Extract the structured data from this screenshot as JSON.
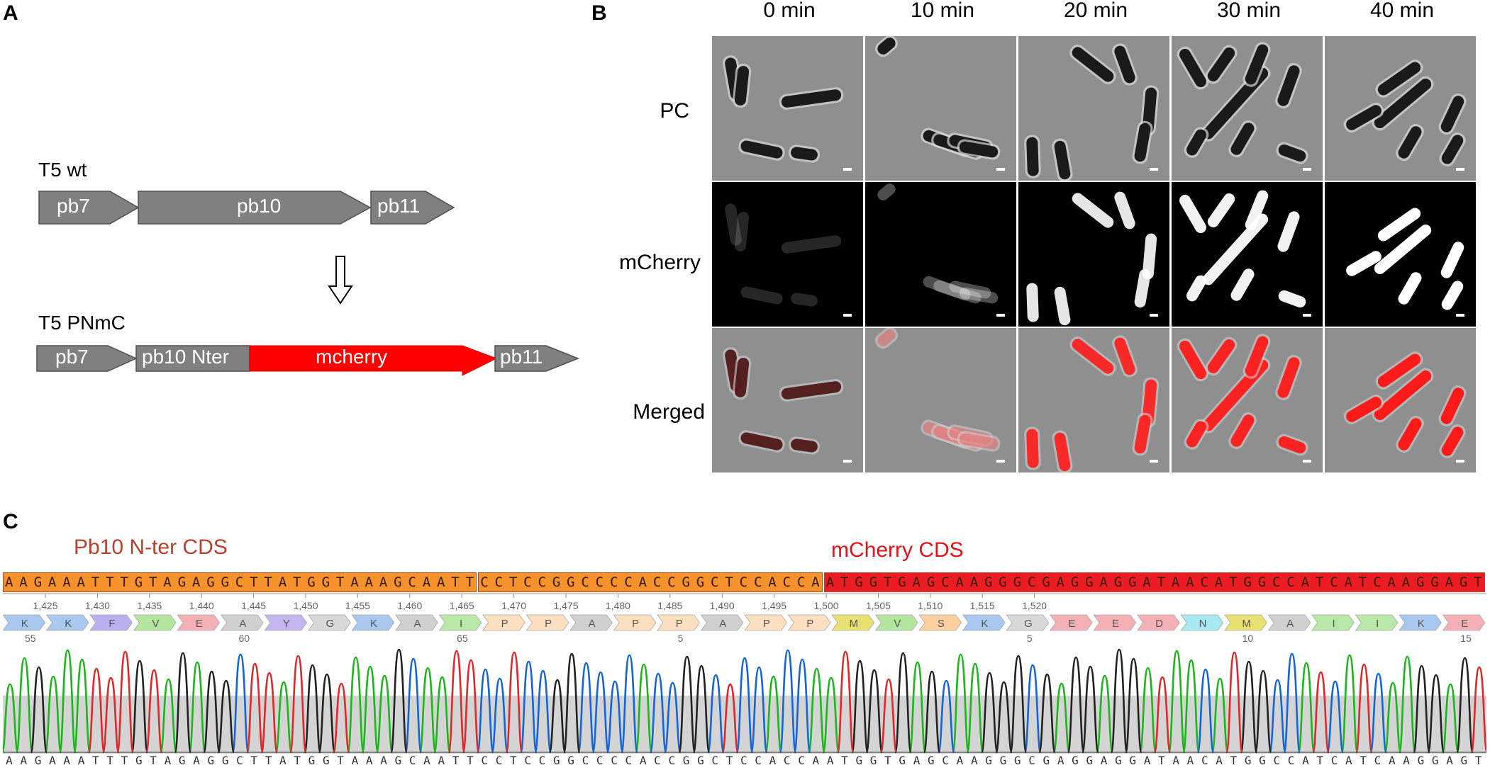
{
  "panels": {
    "a": "A",
    "b": "B",
    "c": "C"
  },
  "panel_a": {
    "wt_title": "T5 wt",
    "wt_genes": [
      "pb7",
      "pb10",
      "pb11"
    ],
    "mut_title": "T5 PNmC",
    "mut_genes": [
      "pb7",
      "pb10 Nter",
      "mcherry",
      "pb11"
    ]
  },
  "panel_b": {
    "times": [
      "0 min",
      "10 min",
      "20 min",
      "30 min",
      "40 min"
    ],
    "rows": [
      "PC",
      "mCherry",
      "Merged"
    ]
  },
  "panel_c": {
    "label_left": "Pb10 N-ter CDS",
    "label_right": "mCherry CDS",
    "seq_segments": [
      {
        "text": "AAGAAATTTGTAGAGGCTTATGGTAAAGCAATT",
        "color": "#f5922c"
      },
      {
        "text": "CCTCCGGCCCCACCGGCTCCACCA",
        "color": "#f5922c"
      },
      {
        "text": "ATGGTGAGCAAGGGCGAGGAGGATAACATGGCCATCATCAAGGAGT",
        "color": "#ec1c24"
      }
    ],
    "ruler": [
      "1,425",
      "1,430",
      "1,435",
      "1,440",
      "1,445",
      "1,450",
      "1,455",
      "1,460",
      "1,465",
      "1,470",
      "1,475",
      "1,480",
      "1,485",
      "1,490",
      "1,495",
      "1,500",
      "1,505",
      "1,510",
      "1,515",
      "1,520"
    ],
    "amino_acids": [
      "K",
      "K",
      "F",
      "V",
      "E",
      "A",
      "Y",
      "G",
      "K",
      "A",
      "I",
      "P",
      "P",
      "A",
      "P",
      "P",
      "A",
      "P",
      "P",
      "M",
      "V",
      "S",
      "K",
      "G",
      "E",
      "E",
      "D",
      "N",
      "M",
      "A",
      "I",
      "I",
      "K",
      "E"
    ],
    "aa_numbers": [
      "55",
      "60",
      "65",
      "5",
      "5",
      "10",
      "15"
    ],
    "bottom_bases": "AAGAAATTTGTAGAGGCTTATGGTAAAGCAATTCCTCCGGCCCCACCGGCTCCACCAATGGTGAGCAAGGGCGAGGAGGATAACATGGCCATCATCAAGGAGT"
  }
}
